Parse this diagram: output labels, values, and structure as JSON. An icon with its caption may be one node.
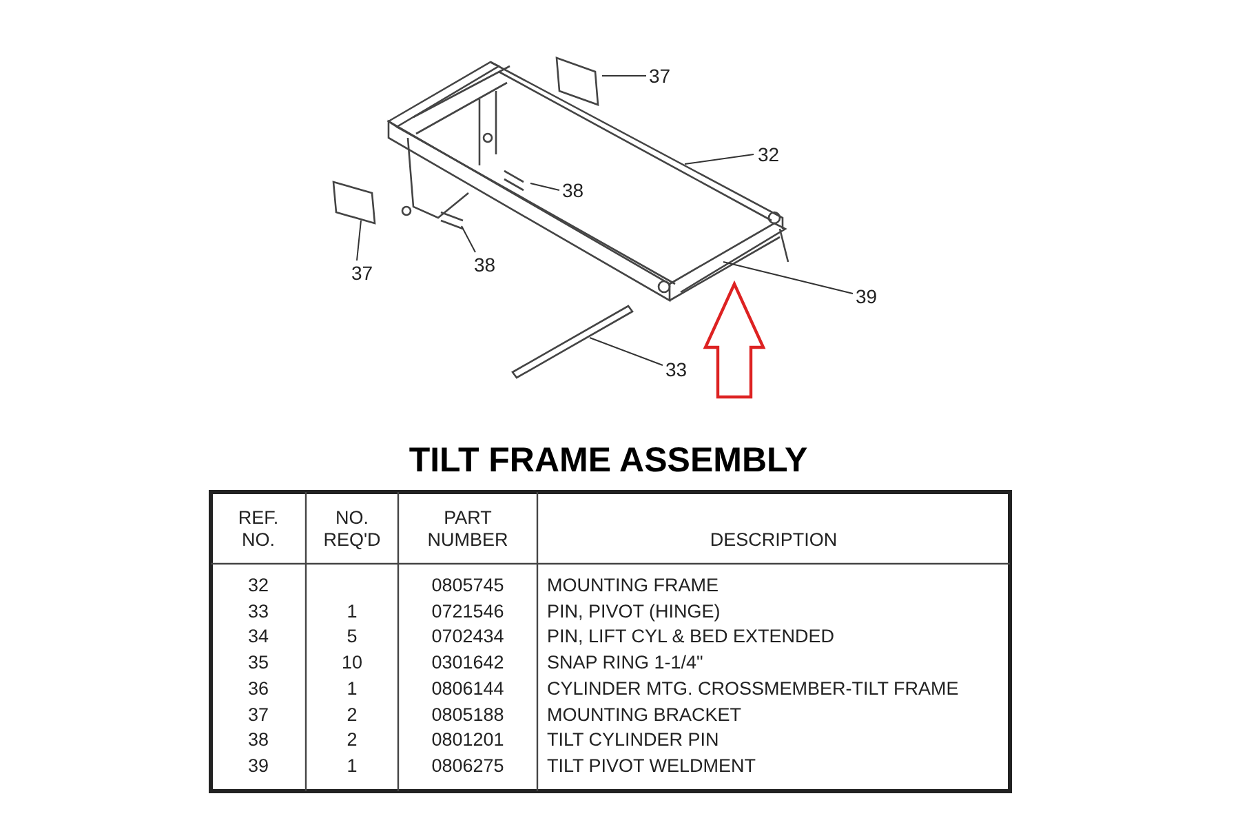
{
  "diagram": {
    "title": "TILT FRAME ASSEMBLY",
    "nodes": [
      {
        "text": [
          "37"
        ]
      },
      {
        "text": [
          "32"
        ]
      },
      {
        "text": [
          "38"
        ]
      },
      {
        "text": [
          "38"
        ]
      },
      {
        "text": [
          "37"
        ]
      },
      {
        "text": [
          "39"
        ]
      },
      {
        "text": [
          "33"
        ]
      }
    ],
    "edges": [
      {
        "from": 0,
        "to": null,
        "arrow": "none"
      },
      {
        "from": 1,
        "to": null,
        "arrow": "none"
      },
      {
        "from": 2,
        "to": null,
        "arrow": "none"
      },
      {
        "from": 3,
        "to": null,
        "arrow": "none"
      },
      {
        "from": 4,
        "to": null,
        "arrow": "none"
      },
      {
        "from": 5,
        "to": null,
        "arrow": "none"
      },
      {
        "from": 6,
        "to": null,
        "arrow": "none"
      }
    ],
    "labels": [
      "REF. NO.",
      "NO. REQ'D",
      "PART NUMBER",
      "DESCRIPTION",
      "32",
      "0805745",
      "MOUNTING FRAME",
      "33",
      "1",
      "0721546",
      "PIN, PIVOT (HINGE)",
      "34",
      "5",
      "0702434",
      "PIN, LIFT CYL & BED EXTENDED",
      "35",
      "10",
      "0301642",
      "SNAP RING 1-1/4\"",
      "36",
      "1",
      "0806144",
      "CYLINDER MTG. CROSSMEMBER-TILT FRAME",
      "37",
      "2",
      "0805188",
      "MOUNTING BRACKET",
      "38",
      "2",
      "0801201",
      "TILT CYLINDER PIN",
      "39",
      "1",
      "0806275",
      "TILT PIVOT WELDMENT"
    ]
  }
}
